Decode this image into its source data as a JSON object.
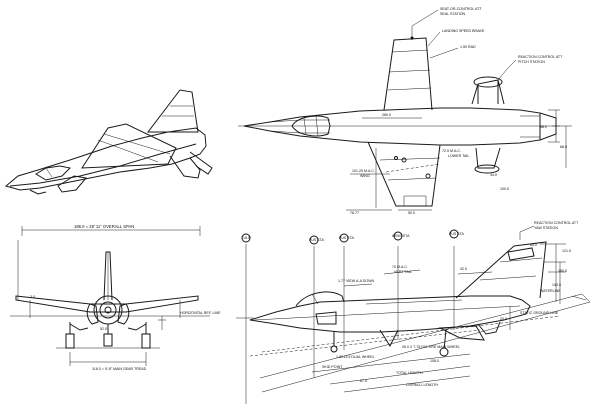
{
  "labels": {
    "top_tail_note_1": "SEAT-OR-CONTROL ATT",
    "top_tail_note_1b": "SEAL STATION",
    "top_tail_note_2": "LANDING SPEED BRAKE",
    "top_tail_note_3": "1.50 RAD",
    "top_canard_note": "REACTION CONTROL ATT",
    "top_canard_note_b": "PITCH STATION",
    "top_span": "280.0",
    "top_mac": "72.5 M.A.C.",
    "top_mac_b": "LOWER TAIL",
    "top_mac_c": "101.25 M.A.C.",
    "top_mac_d": "WING",
    "top_dim_a": "76.77",
    "top_dim_b": "50.0",
    "top_dim_c": "88.0",
    "top_dim_d": "68.0",
    "top_dim_e": "34.0",
    "top_dim_f": "100.0",
    "front_span": "186.0 = 28' 11\" OVERALL SPAN",
    "front_tread": "116.0 = 9'-8\" MAIN GEAR TREAD",
    "front_horizontal_ref": "HORIZONTAL REF. LINE",
    "front_dim_a": "52.0",
    "front_dim_b": "3.0",
    "side_sta_1": "15.5",
    "side_sta_2": "FUS STA",
    "side_sta_3": "FUS STA",
    "side_sta_4": "WING STA",
    "side_sta_5": "FUS STA",
    "side_note_reaction": "REACTION CONTROL ATT",
    "side_note_reaction_b": "YAW STATION",
    "side_note_view": "1.77 VIEW A-A DOWN",
    "side_note_mac": "70 M.A.C.",
    "side_note_mac_b": "VERT TAIL",
    "side_note_waterline": "WATERLINE",
    "side_note_ground": "STATIC GROUND LINE",
    "side_note_nose_gear": "1.8X13.5 DUAL WHEEL",
    "side_note_main_gear": "26.0 X 7.75 DIA TIRE MAIN WHEEL",
    "side_note_skid": "SKID POINT",
    "side_length_1": "TOTAL LENGTH",
    "side_length_2": "OVERALL LENGTH",
    "side_dim_a": "180.0",
    "side_dim_b": "121.0",
    "side_dim_c": "143.0",
    "side_dim_d": "42.0",
    "side_dim_e": "108.0",
    "side_dim_f": "87.0",
    "side_dim_g": "20.0",
    "side_dim_h": "65.0"
  },
  "colors": {
    "paper": "#ffffff",
    "ink": "#111111"
  }
}
